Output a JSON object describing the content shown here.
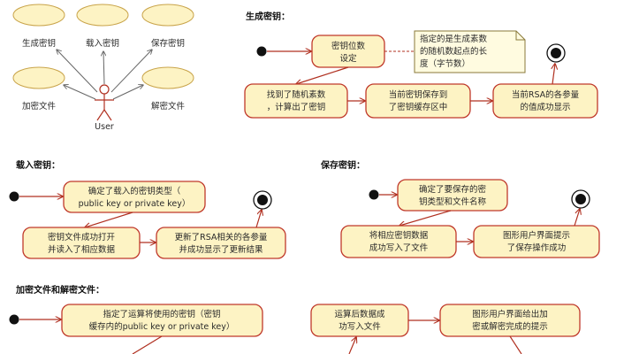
{
  "use_case": {
    "actor": "User",
    "cases": [
      "生成密钥",
      "载入密钥",
      "保存密钥",
      "加密文件",
      "解密文件"
    ]
  },
  "sections": {
    "generate": "生成密钥：",
    "load": "载入密钥：",
    "save": "保存密钥：",
    "encrypt": "加密文件和解密文件："
  },
  "generate": {
    "a1": [
      "密钥位数",
      "设定"
    ],
    "note": [
      "指定的是生成素数",
      "的随机数起点的长",
      "度（字节数）"
    ],
    "a2": [
      "找到了随机素数",
      "，计算出了密钥"
    ],
    "a3": [
      "当前密钥保存到",
      "了密钥缓存区中"
    ],
    "a4": [
      "当前RSA的各参量",
      "的值成功显示"
    ]
  },
  "load": {
    "a1": [
      "确定了载入的密钥类型（",
      "public key or private key）"
    ],
    "a2": [
      "密钥文件成功打开",
      "并读入了相应数据"
    ],
    "a3": [
      "更新了RSA相关的各参量",
      "并成功显示了更新结果"
    ]
  },
  "save": {
    "a1": [
      "确定了要保存的密",
      "钥类型和文件名称"
    ],
    "a2": [
      "将相应密钥数据",
      "成功写入了文件"
    ],
    "a3": [
      "图形用户界面提示",
      "了保存操作成功"
    ]
  },
  "encrypt": {
    "a1": [
      "指定了运算将使用的密钥（密钥",
      "缓存内的public key or private key）"
    ],
    "a2": [
      "运算后数据成",
      "功写入文件"
    ],
    "a3": [
      "图形用户界面给出加",
      "密或解密完成的提示"
    ]
  }
}
